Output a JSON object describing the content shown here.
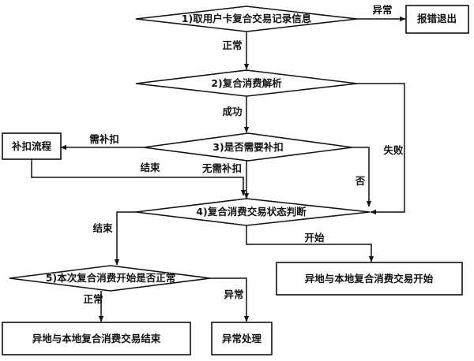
{
  "nodes": {
    "d1": "1)取用户卡复合交易记录信息",
    "d2": "2)复合消费解析",
    "d3": "3)是否需要补扣",
    "d4": "4)复合消费交易状态判断",
    "d5": "5)本次复合消费开始是否正常",
    "exit": "报错退出",
    "supplement": "补扣流程",
    "start_txn": "异地与本地复合消费交易开始",
    "end_txn": "异地与本地复合消费交易结束",
    "exception": "异常处理"
  },
  "edges": {
    "d1_abnormal": "异常",
    "d1_normal": "正常",
    "d2_success": "成功",
    "d2_fail": "失败",
    "d3_need": "需补扣",
    "d3_no_need": "无需补扣",
    "supplement_end": "结束",
    "d3_no": "否",
    "d4_end": "结束",
    "d4_start": "开始",
    "d5_normal": "正常",
    "d5_abnormal": "异常"
  }
}
